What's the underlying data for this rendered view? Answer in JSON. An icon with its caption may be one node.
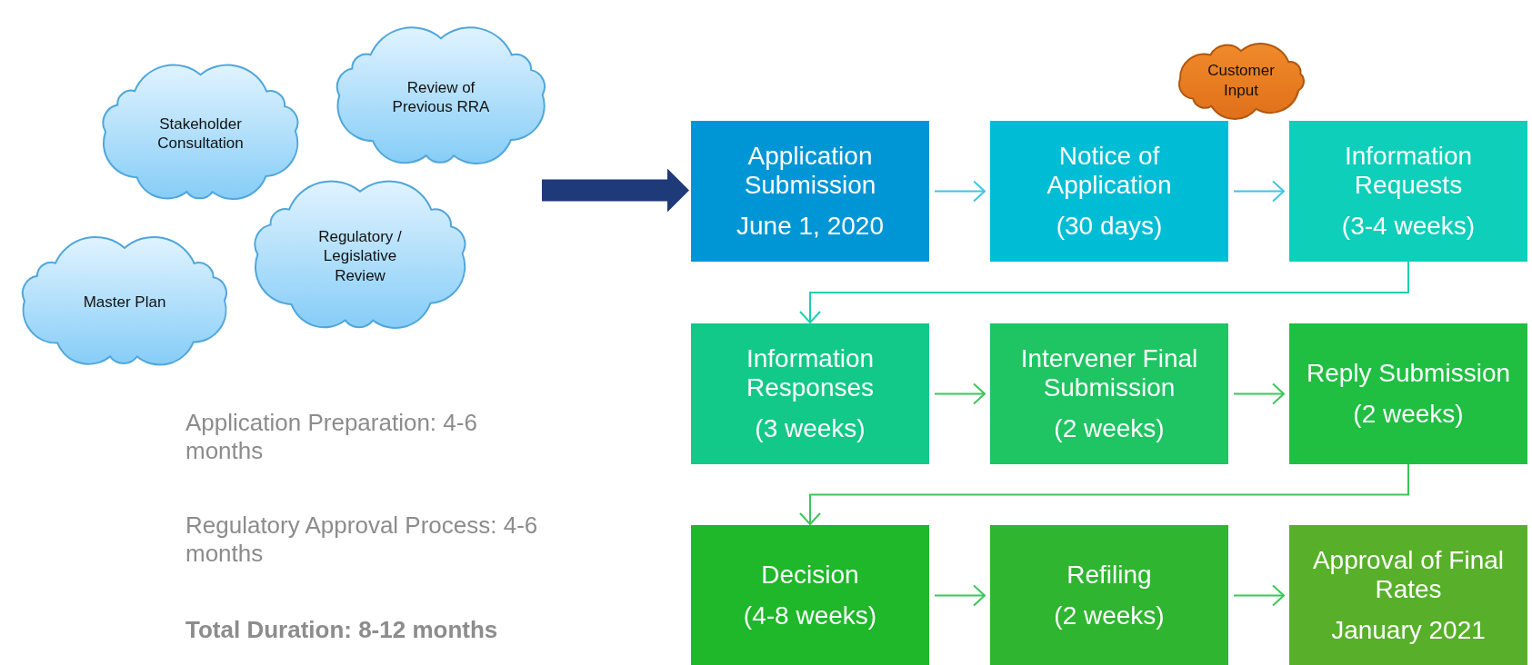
{
  "diagram": {
    "nodes": [
      {
        "text": [
          "Stakeholder Consultation"
        ]
      },
      {
        "text": [
          "Review of Previous RRA"
        ]
      },
      {
        "text": [
          "Regulatory / Legislative Review"
        ]
      },
      {
        "text": [
          "Master Plan"
        ]
      },
      {
        "text": [
          "Customer Input"
        ]
      },
      {
        "text": [
          "Application Submission",
          "June 1, 2020"
        ]
      },
      {
        "text": [
          "Notice of Application",
          "(30 days)"
        ]
      },
      {
        "text": [
          "Information Requests",
          "(3-4 weeks)"
        ]
      },
      {
        "text": [
          "Information Responses",
          "(3 weeks)"
        ]
      },
      {
        "text": [
          "Intervener Final Submission",
          "(2 weeks)"
        ]
      },
      {
        "text": [
          "Reply Submission",
          "(2 weeks)"
        ]
      },
      {
        "text": [
          "Decision",
          "(4-8 weeks)"
        ]
      },
      {
        "text": [
          "Refiling",
          "(2 weeks)"
        ]
      },
      {
        "text": [
          "Approval of Final Rates",
          "January 2021"
        ]
      }
    ],
    "edges": [
      {
        "from": null,
        "to": 5,
        "arrow": "to",
        "style": "thick",
        "color": "#1f3a78"
      },
      {
        "from": 5,
        "to": 6,
        "arrow": "to",
        "color": "#40c4e8"
      },
      {
        "from": 6,
        "to": 7,
        "arrow": "to",
        "color": "#40c4e8"
      },
      {
        "from": 7,
        "to": 8,
        "arrow": "to",
        "color": "#1ccfb0"
      },
      {
        "from": 8,
        "to": 9,
        "arrow": "to"
      },
      {
        "from": 9,
        "to": 10,
        "arrow": "to"
      },
      {
        "from": 10,
        "to": 11,
        "arrow": "to"
      },
      {
        "from": 11,
        "to": 12,
        "arrow": "to"
      },
      {
        "from": 12,
        "to": 13,
        "arrow": "to"
      }
    ],
    "labels": [
      "Application Preparation: 4-6 months",
      "Regulatory Approval Process: 4-6 months",
      "Total Duration: 8-12 months"
    ]
  }
}
